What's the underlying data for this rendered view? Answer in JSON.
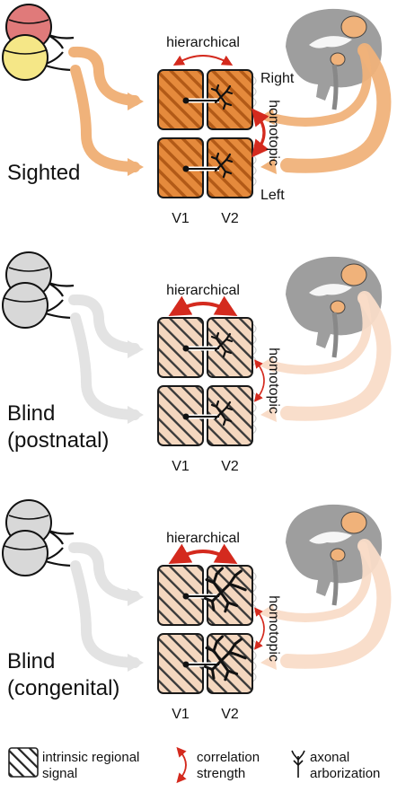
{
  "panels": [
    {
      "label_lines": [
        "Sighted"
      ],
      "hierarchical": "hierarchical",
      "homotopic": "homotopic",
      "hemisphere_top": "Right",
      "hemisphere_bottom": "Left",
      "area_1": "V1",
      "area_2": "V2",
      "condition": "sighted"
    },
    {
      "label_lines": [
        "Blind",
        "(postnatal)"
      ],
      "hierarchical": "hierarchical",
      "homotopic": "homotopic",
      "area_1": "V1",
      "area_2": "V2",
      "condition": "blind-postnatal"
    },
    {
      "label_lines": [
        "Blind",
        "(congenital)"
      ],
      "hierarchical": "hierarchical",
      "homotopic": "homotopic",
      "area_1": "V1",
      "area_2": "V2",
      "condition": "blind-congenital"
    }
  ],
  "legend": {
    "signal": [
      "intrinsic regional",
      "signal"
    ],
    "correlation": [
      "correlation",
      "strength"
    ],
    "arbor": [
      "axonal",
      "arborization"
    ]
  },
  "colors": {
    "orange_fill": "#E58A3C",
    "orange_stripe": "#B25A17",
    "peach_fill": "#F4D7BF",
    "pathway_orange": "#F0B27A",
    "pathway_faint": "#F9DCC8",
    "pathway_gray": "#E3E3E3",
    "eye_red": "#E07A7A",
    "eye_yellow": "#F5E787",
    "eye_gray": "#D8D8D8",
    "brain_gray": "#9E9E9E",
    "arrow_red": "#D42A1E"
  }
}
